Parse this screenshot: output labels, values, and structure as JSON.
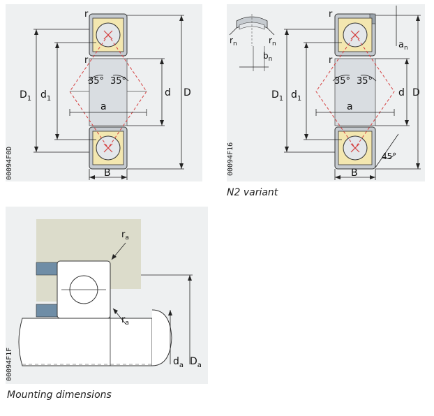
{
  "figure1": {
    "code": "00094F0D",
    "labels": {
      "r_top": "r",
      "r_mid": "r",
      "D1": "D",
      "D1_sub": "1",
      "d1": "d",
      "d1_sub": "1",
      "angle_left": "35°",
      "angle_right": "35°",
      "a": "a",
      "d": "d",
      "D": "D",
      "B": "B"
    }
  },
  "figure2": {
    "code": "00094F16",
    "caption": "N2 variant",
    "labels": {
      "rn_left": "r",
      "rn_left_sub": "n",
      "rn_right": "r",
      "rn_right_sub": "n",
      "bn": "b",
      "bn_sub": "n",
      "r_top": "r",
      "r_mid": "r",
      "an": "a",
      "an_sub": "n",
      "D1": "D",
      "D1_sub": "1",
      "d1": "d",
      "d1_sub": "1",
      "angle_left": "35°",
      "angle_right": "35°",
      "a": "a",
      "d": "d",
      "D": "D",
      "B": "B",
      "angle45": "45°"
    }
  },
  "figure3": {
    "code": "00094F1F",
    "caption": "Mounting dimensions",
    "labels": {
      "ra_top": "r",
      "ra_top_sub": "a",
      "ra_bottom": "r",
      "ra_bottom_sub": "a",
      "da": "d",
      "da_sub": "a",
      "Da": "D",
      "Da_sub": "a"
    }
  },
  "colors": {
    "panel_bg": "#eef0f1",
    "ring_fill": "#c6cbd0",
    "ball_fill": "#e4e7ea",
    "cage_fill": "#f3e7b0",
    "marker": "#d44040",
    "housing_fill": "#dcdccb",
    "seal_fill": "#6f8da6"
  }
}
